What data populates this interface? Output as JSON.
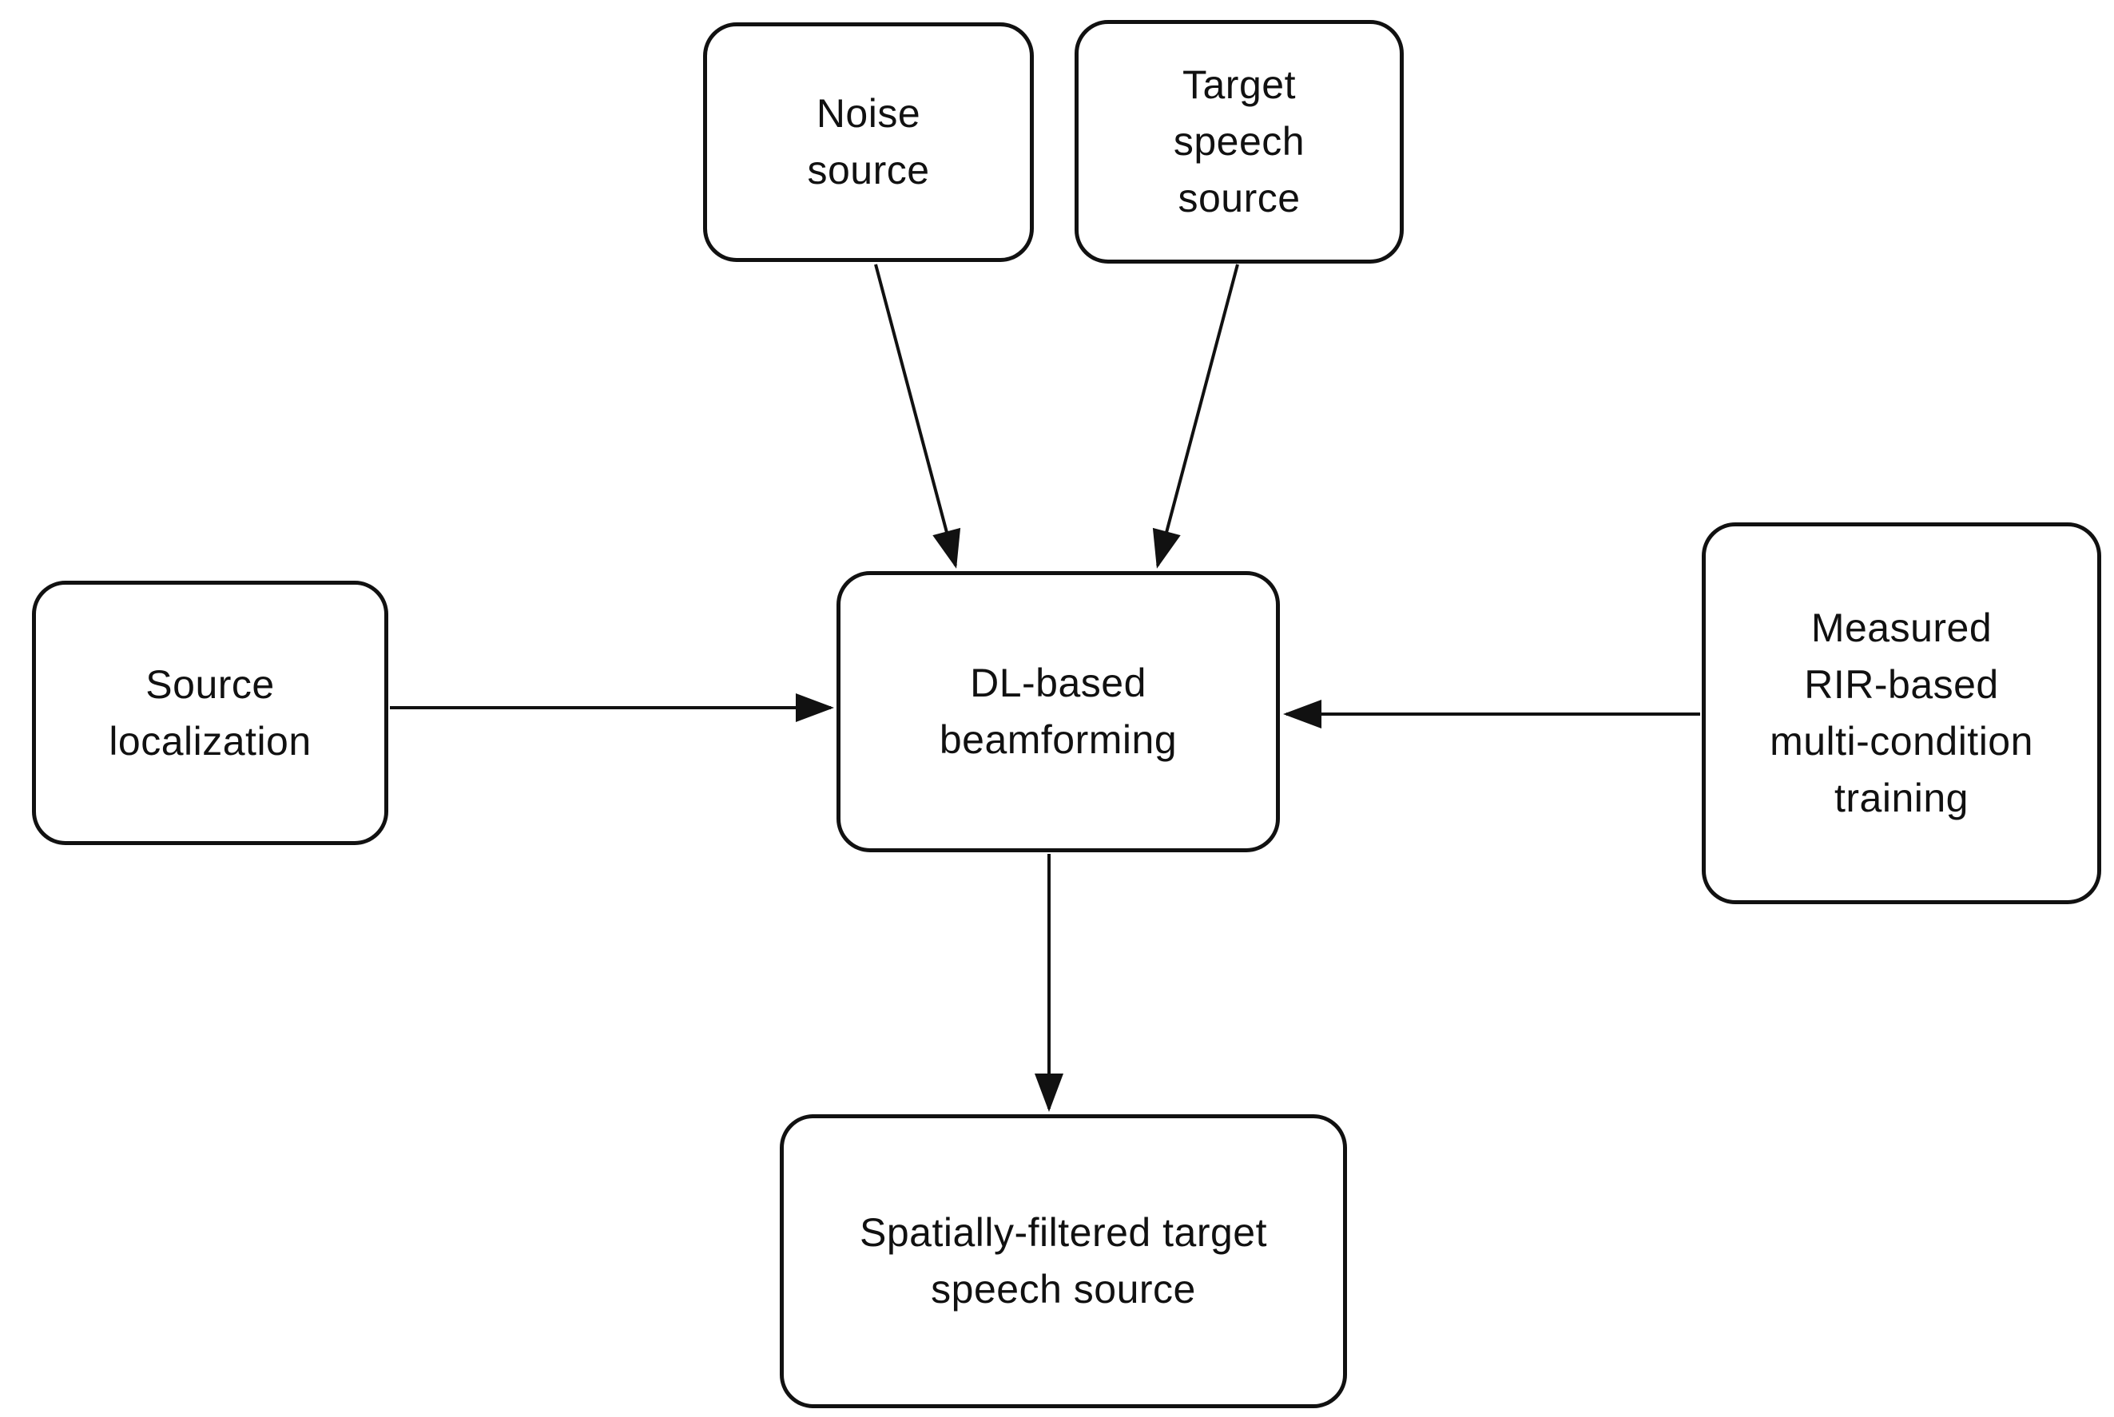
{
  "diagram": {
    "background_color": "#ffffff",
    "box_border_color": "#111111",
    "box_fill_color": "#ffffff",
    "text_color": "#111111",
    "arrow_color": "#111111",
    "nodes": {
      "noise": {
        "label": "Noise\nsource"
      },
      "target": {
        "label": "Target\nspeech\nsource"
      },
      "source_localization": {
        "label": "Source\nlocalization"
      },
      "dl_beamforming": {
        "label": "DL-based\nbeamforming"
      },
      "rir_training": {
        "label": "Measured\nRIR-based\nmulti-condition\ntraining"
      },
      "output": {
        "label": "Spatially-filtered target\nspeech source"
      }
    },
    "edges": [
      {
        "from": "noise",
        "to": "dl_beamforming"
      },
      {
        "from": "target",
        "to": "dl_beamforming"
      },
      {
        "from": "source_localization",
        "to": "dl_beamforming"
      },
      {
        "from": "rir_training",
        "to": "dl_beamforming"
      },
      {
        "from": "dl_beamforming",
        "to": "output"
      }
    ]
  }
}
